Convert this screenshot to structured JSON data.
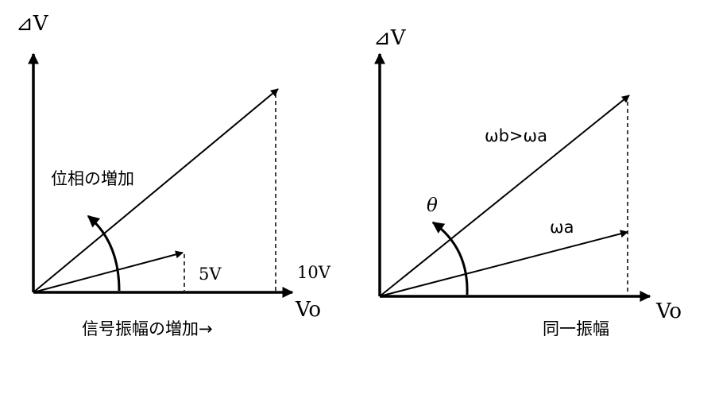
{
  "left": {
    "y_axis_label": "⊿V",
    "x_axis_label": "Vo",
    "phase_label": "位相の増加",
    "small_amplitude_label": "5V",
    "large_amplitude_label": "10V",
    "caption": "信号振幅の増加→"
  },
  "right": {
    "y_axis_label": "⊿V",
    "x_axis_label": "Vo",
    "angle_label": "θ",
    "upper_vector_label": "ωb>ωa",
    "lower_vector_label": "ωa",
    "caption": "同一振幅"
  }
}
